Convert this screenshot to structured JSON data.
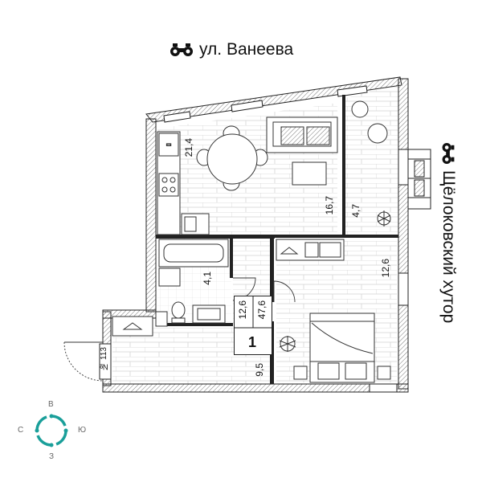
{
  "street_top": {
    "name": "ул. Ванеева",
    "icon": "binoculars-icon"
  },
  "street_right": {
    "name": "Щёлоковский хутор",
    "icon": "binoculars-icon"
  },
  "rooms": {
    "living": {
      "area": "21,4"
    },
    "kitchen": {
      "area": "16,7"
    },
    "loggia": {
      "area": "4,7"
    },
    "bathroom": {
      "area": "4,1"
    },
    "hall": {
      "area": "9,5"
    },
    "bedroom": {
      "area": "12,6"
    }
  },
  "apartment": {
    "number_label": "№ 113",
    "rooms_count": "1",
    "living_area": "12,6",
    "total_area": "47,6"
  },
  "compass": {
    "north": "С",
    "south": "Ю",
    "west": "З",
    "east": "В"
  },
  "colors": {
    "wall": "#222222",
    "wall_hatch": "#888888",
    "floor_lines": "#cccccc",
    "furniture": "#333333",
    "compass": "#1a9f9a"
  }
}
